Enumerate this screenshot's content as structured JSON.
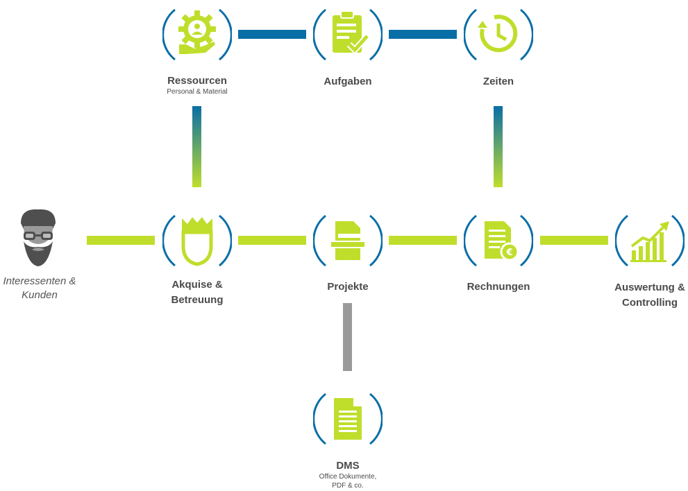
{
  "colors": {
    "blue": "#0a6ea6",
    "green": "#bfde2c",
    "gray": "#9a9a9a",
    "label": "#4a4a4a"
  },
  "nodes": {
    "ressourcen": {
      "title": "Ressourcen",
      "subtitle": "Personal & Material",
      "icon": "resources-gear-icon"
    },
    "aufgaben": {
      "title": "Aufgaben",
      "icon": "clipboard-check-icon"
    },
    "zeiten": {
      "title": "Zeiten",
      "icon": "clock-icon"
    },
    "akquise": {
      "title_line1": "Akquise &",
      "title_line2": "Betreuung",
      "icon": "crown-head-icon"
    },
    "projekte": {
      "title": "Projekte",
      "icon": "blueprint-pencil-icon"
    },
    "rechnungen": {
      "title": "Rechnungen",
      "icon": "invoice-euro-icon"
    },
    "auswertung": {
      "title_line1": "Auswertung &",
      "title_line2": "Controlling",
      "icon": "growth-chart-icon"
    },
    "dms": {
      "title": "DMS",
      "subtitle_line1": "Office Dokumente,",
      "subtitle_line2": "PDF & co.",
      "icon": "document-icon"
    }
  },
  "person": {
    "label_line1": "Interessenten &",
    "label_line2": "Kunden",
    "icon": "bearded-man-icon"
  }
}
